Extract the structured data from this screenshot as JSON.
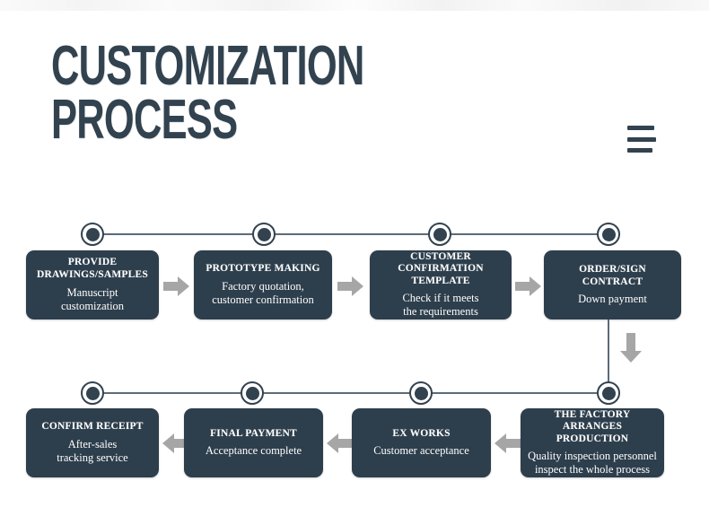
{
  "page": {
    "title_line1": "CUSTOMIZATION",
    "title_line2": "PROCESS",
    "title_full": "CUSTOMIZATION\nPROCESS",
    "menu_icon": "hamburger-menu-icon",
    "background_color": "#ffffff",
    "accent_color": "#2d3e4c",
    "arrow_color": "#a6a6a6",
    "line_color": "#5b6b78"
  },
  "flow": {
    "row1": [
      {
        "title": "PROVIDE\nDRAWINGS/SAMPLES",
        "desc": "Manuscript\ncustomization"
      },
      {
        "title": "PROTOTYPE MAKING",
        "desc": "Factory quotation,\ncustomer confirmation"
      },
      {
        "title": "CUSTOMER\nCONFIRMATION TEMPLATE",
        "desc": "Check if it meets\nthe requirements"
      },
      {
        "title": "ORDER/SIGN CONTRACT",
        "desc": "Down payment"
      }
    ],
    "row2": [
      {
        "title": "CONFIRM RECEIPT",
        "desc": "After-sales\ntracking service"
      },
      {
        "title": "FINAL PAYMENT",
        "desc": "Acceptance complete"
      },
      {
        "title": "EX WORKS",
        "desc": "Customer acceptance"
      },
      {
        "title": "THE FACTORY\nARRANGES PRODUCTION",
        "desc": "Quality inspection personnel\ninspect the whole process"
      }
    ],
    "arrows": {
      "right": "arrow-right-icon",
      "left": "arrow-left-icon",
      "down": "arrow-down-icon"
    }
  }
}
